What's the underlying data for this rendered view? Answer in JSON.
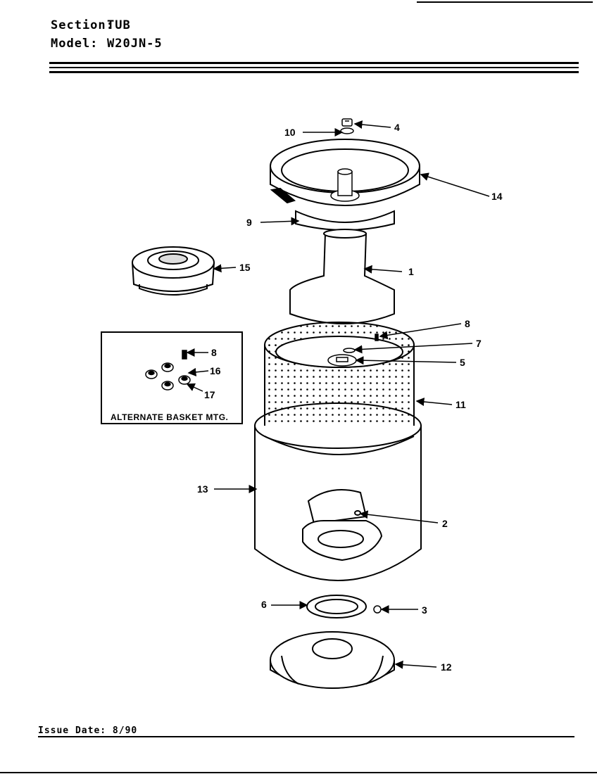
{
  "header": {
    "section_label": "Section:",
    "section_value": "TUB",
    "model_label": "Model:",
    "model_value": "W20JN-5"
  },
  "callouts": {
    "c1": "1",
    "c2": "2",
    "c3": "3",
    "c4": "4",
    "c5": "5",
    "c6": "6",
    "c7": "7",
    "c8": "8",
    "c9": "9",
    "c10": "10",
    "c11": "11",
    "c12": "12",
    "c13": "13",
    "c14": "14",
    "c15": "15",
    "alt8": "8",
    "alt16": "16",
    "alt17": "17"
  },
  "alternate_box": {
    "label": "ALTERNATE BASKET MTG."
  },
  "footer": {
    "issue_date": "Issue Date: 8/90"
  }
}
